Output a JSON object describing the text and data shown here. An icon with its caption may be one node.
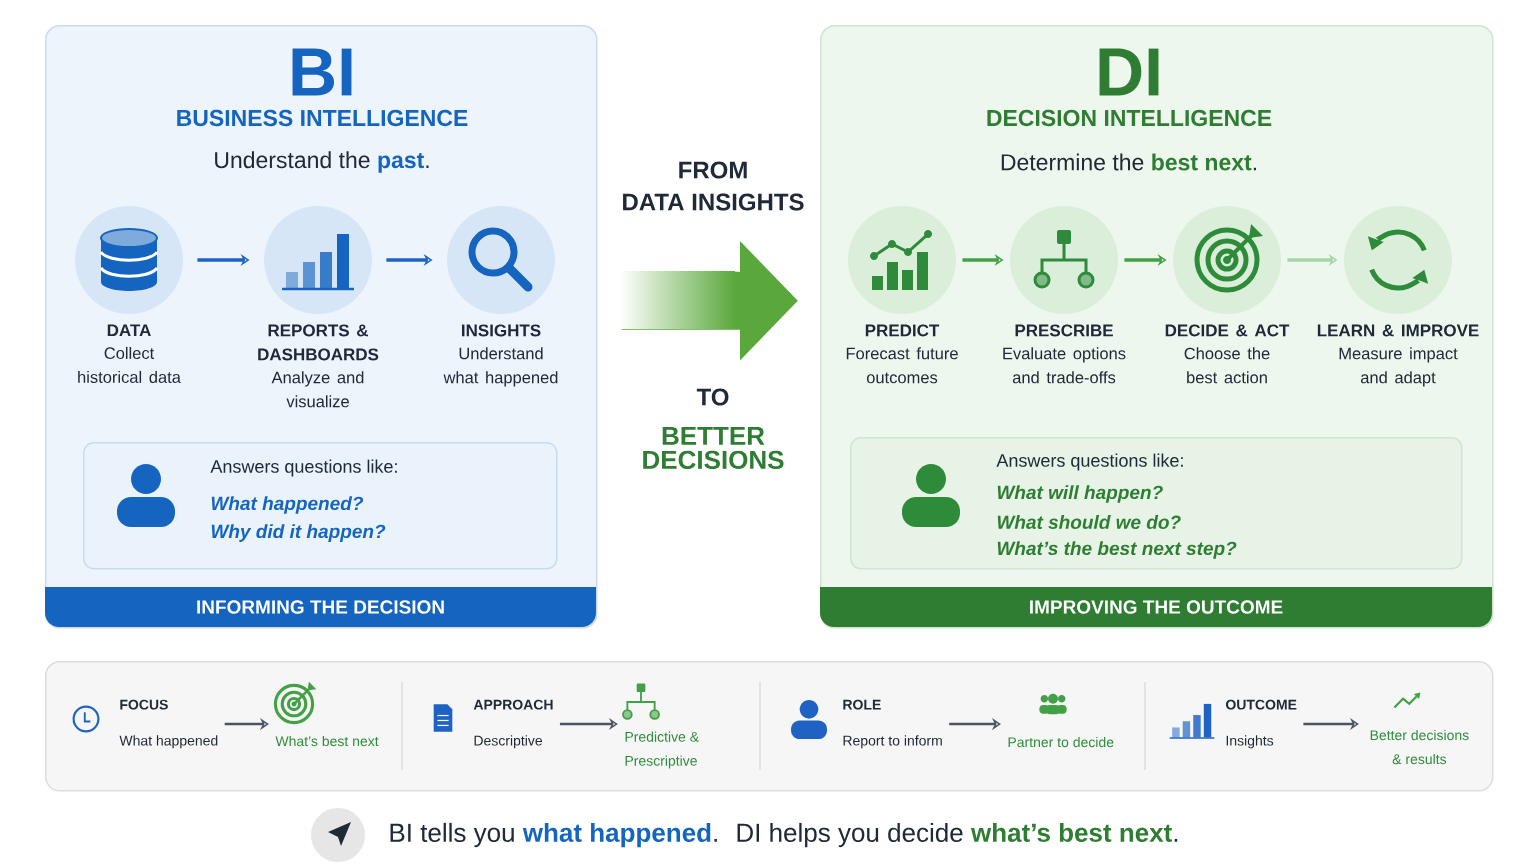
{
  "diagram": {
    "nodes": [
      {
        "text": [
          "BI",
          "BUSINESS INTELLIGENCE",
          "Understand the **past**."
        ]
      },
      {
        "text": [],
        "shape": "circle",
        "in": 0,
        "beside": [
          "DATA",
          "Collect historical data"
        ]
      },
      {
        "text": [],
        "shape": "circle",
        "in": 0,
        "beside": [
          "REPORTS & DASHBOARDS",
          "Analyze and visualize"
        ]
      },
      {
        "text": [],
        "shape": "circle",
        "in": 0,
        "beside": [
          "INSIGHTS",
          "Understand what happened"
        ]
      },
      {
        "text": [
          "Answers questions like:",
          "What happened?",
          "Why did it happen?"
        ],
        "in": 0
      },
      {
        "text": [
          "INFORMING THE DECISION"
        ],
        "in": 0
      },
      {
        "text": [
          "DI",
          "DECISION INTELLIGENCE",
          "Determine the **best next**."
        ]
      },
      {
        "text": [],
        "shape": "circle",
        "in": 6,
        "beside": [
          "PREDICT",
          "Forecast future outcomes"
        ]
      },
      {
        "text": [],
        "shape": "circle",
        "in": 6,
        "beside": [
          "PRESCRIBE",
          "Evaluate options and trade-offs"
        ]
      },
      {
        "text": [],
        "shape": "circle",
        "in": 6,
        "beside": [
          "DECIDE & ACT",
          "Choose the best action"
        ]
      },
      {
        "text": [],
        "shape": "circle",
        "in": 6,
        "beside": [
          "LEARN & IMPROVE",
          "Measure impact and adapt"
        ]
      },
      {
        "text": [
          "Answers questions like:",
          "What will happen?",
          "What should we do?",
          "What’s the best next step?"
        ],
        "in": 6
      },
      {
        "text": [
          "IMPROVING THE OUTCOME"
        ],
        "in": 6
      },
      {
        "text": [],
        "shape": "box"
      },
      {
        "text": [
          "FOCUS",
          "What happened"
        ],
        "in": 13
      },
      {
        "text": [
          "What’s best next"
        ],
        "in": 13
      },
      {
        "text": [
          "APPROACH",
          "Descriptive"
        ],
        "in": 13
      },
      {
        "text": [
          "Predictive & Prescriptive"
        ],
        "in": 13
      },
      {
        "text": [
          "ROLE",
          "Report to inform"
        ],
        "in": 13
      },
      {
        "text": [
          "Partner to decide"
        ],
        "in": 13
      },
      {
        "text": [
          "OUTCOME",
          "Insights"
        ],
        "in": 13
      },
      {
        "text": [
          "Better decisions & results"
        ],
        "in": 13
      }
    ],
    "edges": [
      {
        "from": 0,
        "to": 6,
        "arrow": "to",
        "style": "thick",
        "color": "#5aa83c"
      },
      {
        "from": 1,
        "to": 2,
        "arrow": "to",
        "color": "#1e63c4"
      },
      {
        "from": 2,
        "to": 3,
        "arrow": "to",
        "color": "#1e63c4"
      },
      {
        "from": 7,
        "to": 8,
        "arrow": "to",
        "color": "#43a047"
      },
      {
        "from": 8,
        "to": 9,
        "arrow": "to",
        "color": "#43a047"
      },
      {
        "from": 9,
        "to": 10,
        "arrow": "to",
        "color": "#a5d6a7"
      },
      {
        "from": 14,
        "to": 15,
        "arrow": "to"
      },
      {
        "from": 16,
        "to": 17,
        "arrow": "to"
      },
      {
        "from": 18,
        "to": 19,
        "arrow": "to"
      },
      {
        "from": 20,
        "to": 21,
        "arrow": "to"
      }
    ],
    "labels": [
      "FROM",
      "DATA INSIGHTS",
      "TO",
      "BETTER DECISIONS",
      "BI tells you **what happened**.",
      "DI helps you decide **what’s best next**."
    ]
  }
}
